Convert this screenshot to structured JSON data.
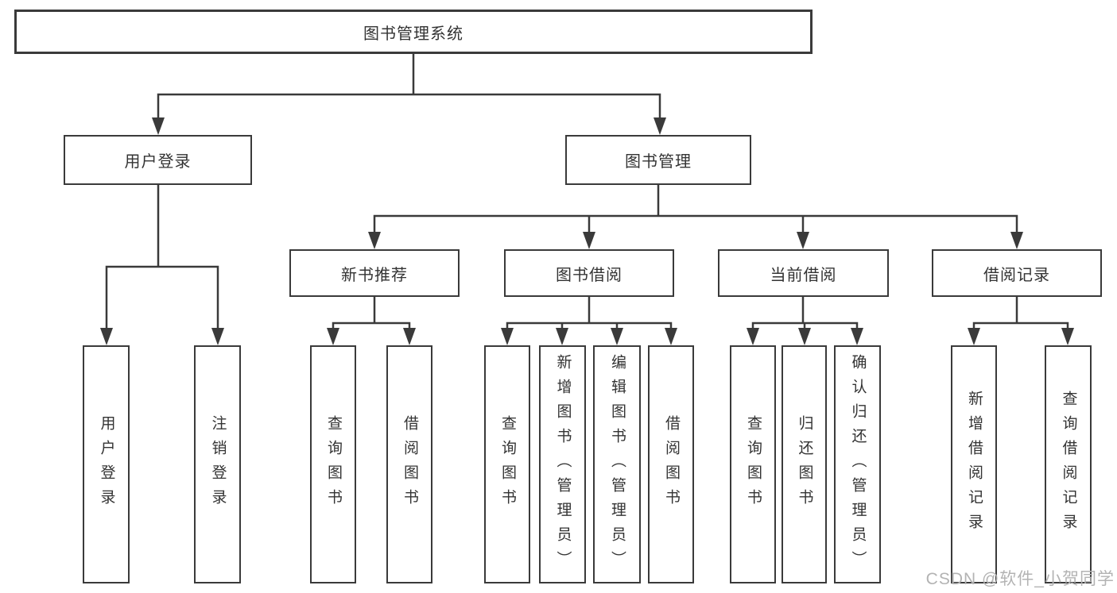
{
  "tree": {
    "root": "图书管理系统",
    "children": [
      {
        "label": "用户登录",
        "children": [
          "用户登录",
          "注销登录"
        ]
      },
      {
        "label": "图书管理",
        "children": [
          {
            "label": "新书推荐",
            "children": [
              "查询图书",
              "借阅图书"
            ]
          },
          {
            "label": "图书借阅",
            "children": [
              "查询图书",
              "新增图书（管理员）",
              "编辑图书（管理员）",
              "借阅图书"
            ]
          },
          {
            "label": "当前借阅",
            "children": [
              "查询图书",
              "归还图书",
              "确认归还（管理员）"
            ]
          },
          {
            "label": "借阅记录",
            "children": [
              "新增借阅记录",
              "查询借阅记录"
            ]
          }
        ]
      }
    ]
  },
  "watermark": {
    "text": "CSDN @软件_小贺同学"
  },
  "colors": {
    "line": "#3a3a3a",
    "text": "#333333",
    "background": "#ffffff",
    "watermark": "#b3b3b3"
  }
}
